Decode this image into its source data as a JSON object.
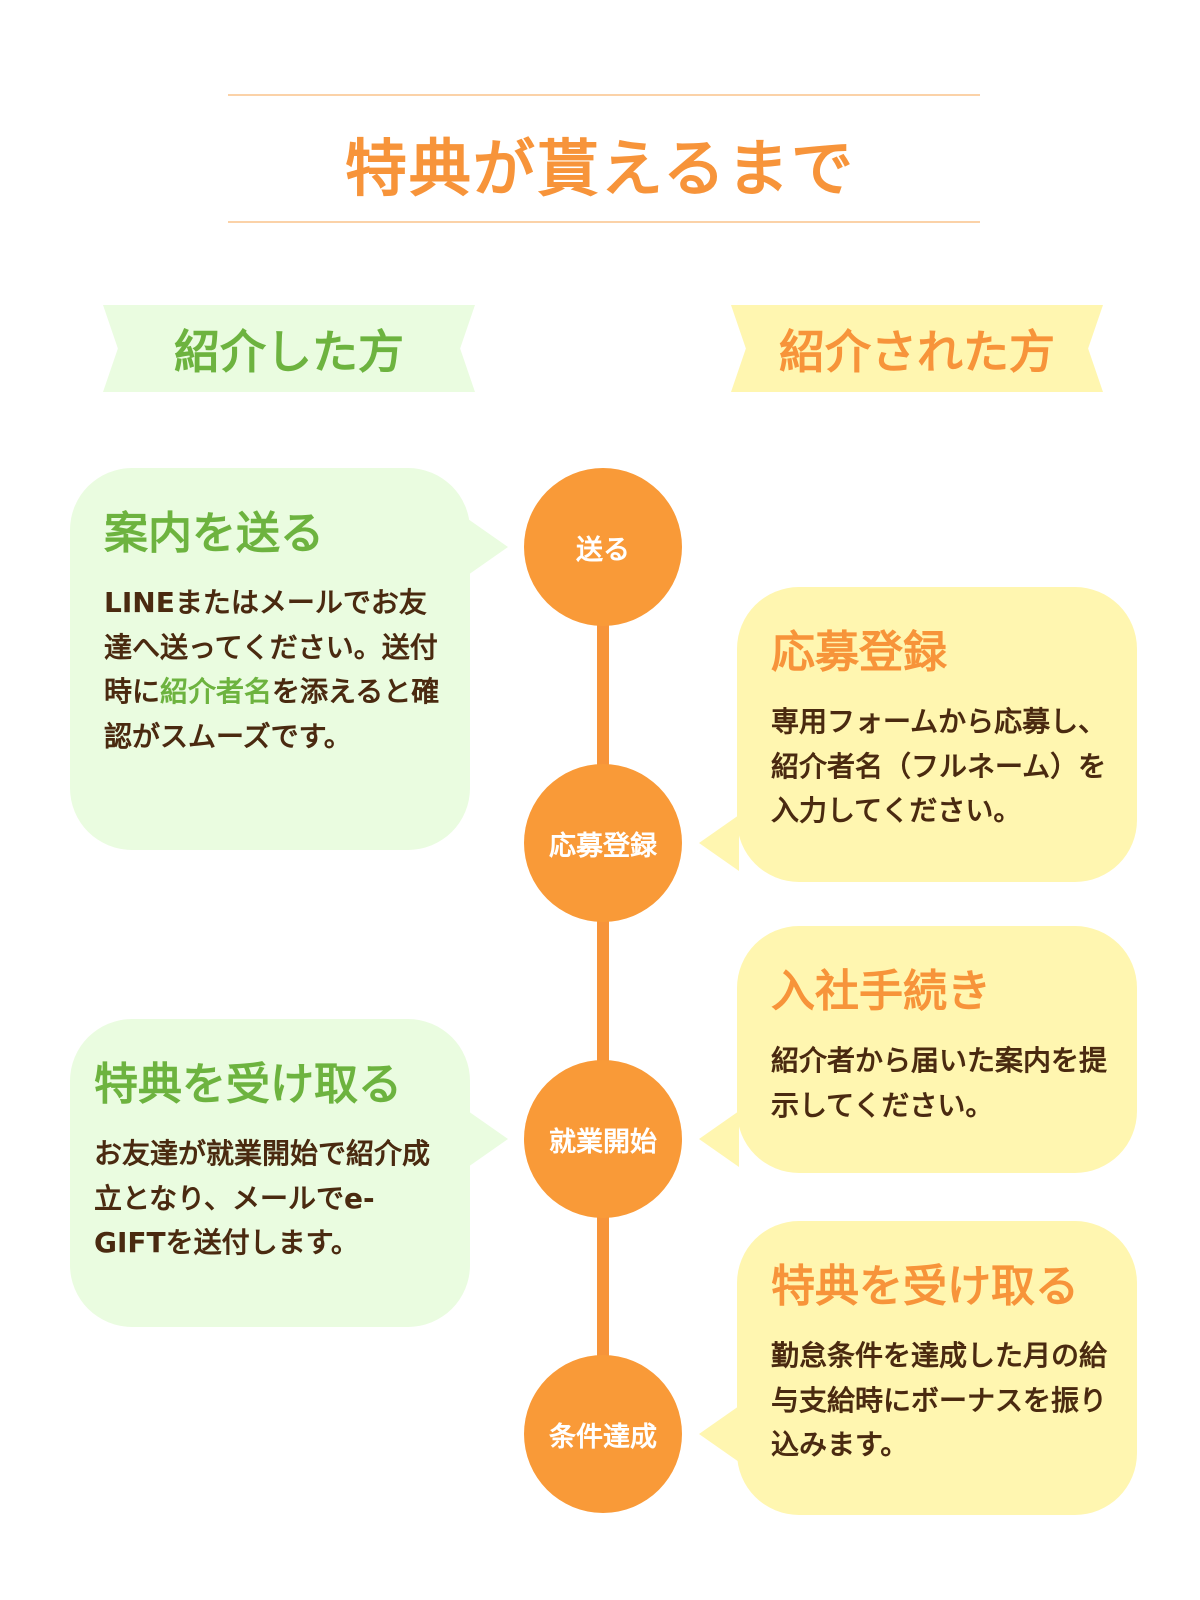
{
  "title": "特典が貰えるまで",
  "columns": {
    "referrer": "紹介した方",
    "referred": "紹介された方"
  },
  "steps": [
    "送る",
    "応募登録",
    "就業開始",
    "条件達成"
  ],
  "referrer_cards": [
    {
      "heading": "案内を送る",
      "body_before": "LINEまたはメールでお友達へ送ってください。送付時に",
      "body_highlight": "紹介者名",
      "body_after": "を添えると確認がスムーズです。"
    },
    {
      "heading": "特典を受け取る",
      "body": "お友達が就業開始で紹介成立となり、メールでe-GIFTを送付します。"
    }
  ],
  "referred_cards": [
    {
      "heading": "応募登録",
      "body": "専用フォームから応募し、紹介者名（フルネーム）を入力してください。"
    },
    {
      "heading": "入社手続き",
      "body": "紹介者から届いた案内を提示してください。"
    },
    {
      "heading": "特典を受け取る",
      "body": "勤怠条件を達成した月の給与支給時にボーナスを振り込みます。"
    }
  ],
  "colors": {
    "green": "#6db33f",
    "orange": "#f7943a",
    "text": "#4a2a10"
  }
}
